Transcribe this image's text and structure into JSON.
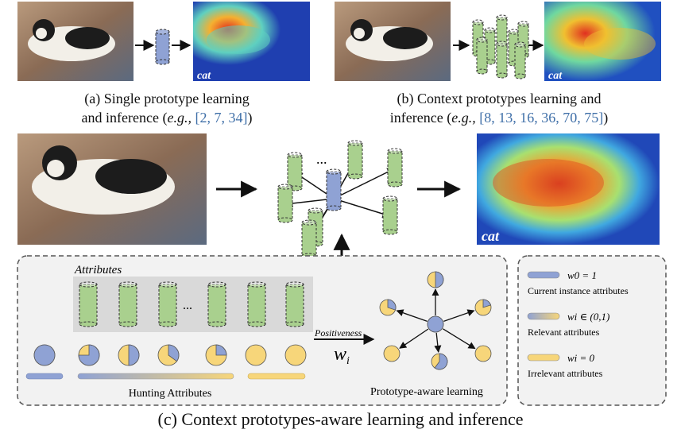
{
  "panel_a": {
    "caption_line1": "(a) Single prototype learning",
    "caption_line2_pre": "and inference (",
    "eg": "e.g.,",
    "refs": "2, 7, 34",
    "caption_line2_post": ")",
    "heatmap_label": "cat"
  },
  "panel_b": {
    "caption_line1": "(b) Context prototypes learning and",
    "caption_line2_pre": "inference (",
    "eg": "e.g.,",
    "refs": "8, 13, 16, 36, 70, 75",
    "caption_line2_post": ")",
    "heatmap_label": "cat"
  },
  "panel_c": {
    "ellipsis": "...",
    "heatmap_label": "cat",
    "attributes_label": "Attributes",
    "attr_ellipsis": "...",
    "positiveness_label": "Positiveness",
    "weight_symbol": "w",
    "weight_subscript": "i",
    "hunting_label": "Hunting Attributes",
    "prototype_label": "Prototype-aware learning",
    "main_caption": "(c) Context prototypes-aware learning and inference"
  },
  "legend": {
    "items": [
      {
        "formula": "w0 = 1",
        "label": "Current instance attributes",
        "color": "#8fa2d4"
      },
      {
        "formula": "wi ∈ (0,1)",
        "label": "Relevant attributes",
        "color": "#b5c0d6"
      },
      {
        "formula": "wi = 0",
        "label": "Irrelevant attributes",
        "color": "#f7d67a"
      }
    ]
  },
  "colors": {
    "prototype_blue": "#8fa2d4",
    "attribute_green": "#a9d08e",
    "attribute_yellow": "#f7d67a",
    "dashed_border": "#555555"
  }
}
